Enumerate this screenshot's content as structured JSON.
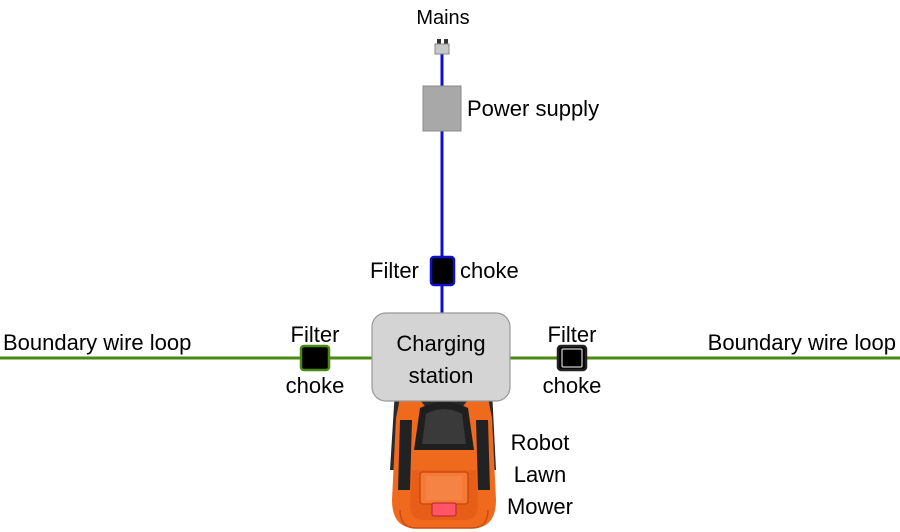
{
  "labels": {
    "mains": "Mains",
    "power_supply": "Power supply",
    "filter_top": "Filter",
    "choke_top": "choke",
    "charging_line1": "Charging",
    "charging_line2": "station",
    "left_loop": "Boundary wire loop",
    "right_loop": "Boundary wire loop",
    "filter_left": "Filter",
    "choke_left": "choke",
    "filter_right": "Filter",
    "choke_right": "choke",
    "robot_line1": "Robot",
    "robot_line2": "Lawn",
    "robot_line3": "Mower"
  },
  "colors": {
    "mains_wire": "#1010cc",
    "boundary_wire": "#4a8a10",
    "station_fill": "#d4d4d4",
    "power_supply_fill": "#a8a8a8",
    "mower_orange": "#f06a1e",
    "mower_dark": "#2a2a2a",
    "mower_accent": "#ff5566"
  }
}
